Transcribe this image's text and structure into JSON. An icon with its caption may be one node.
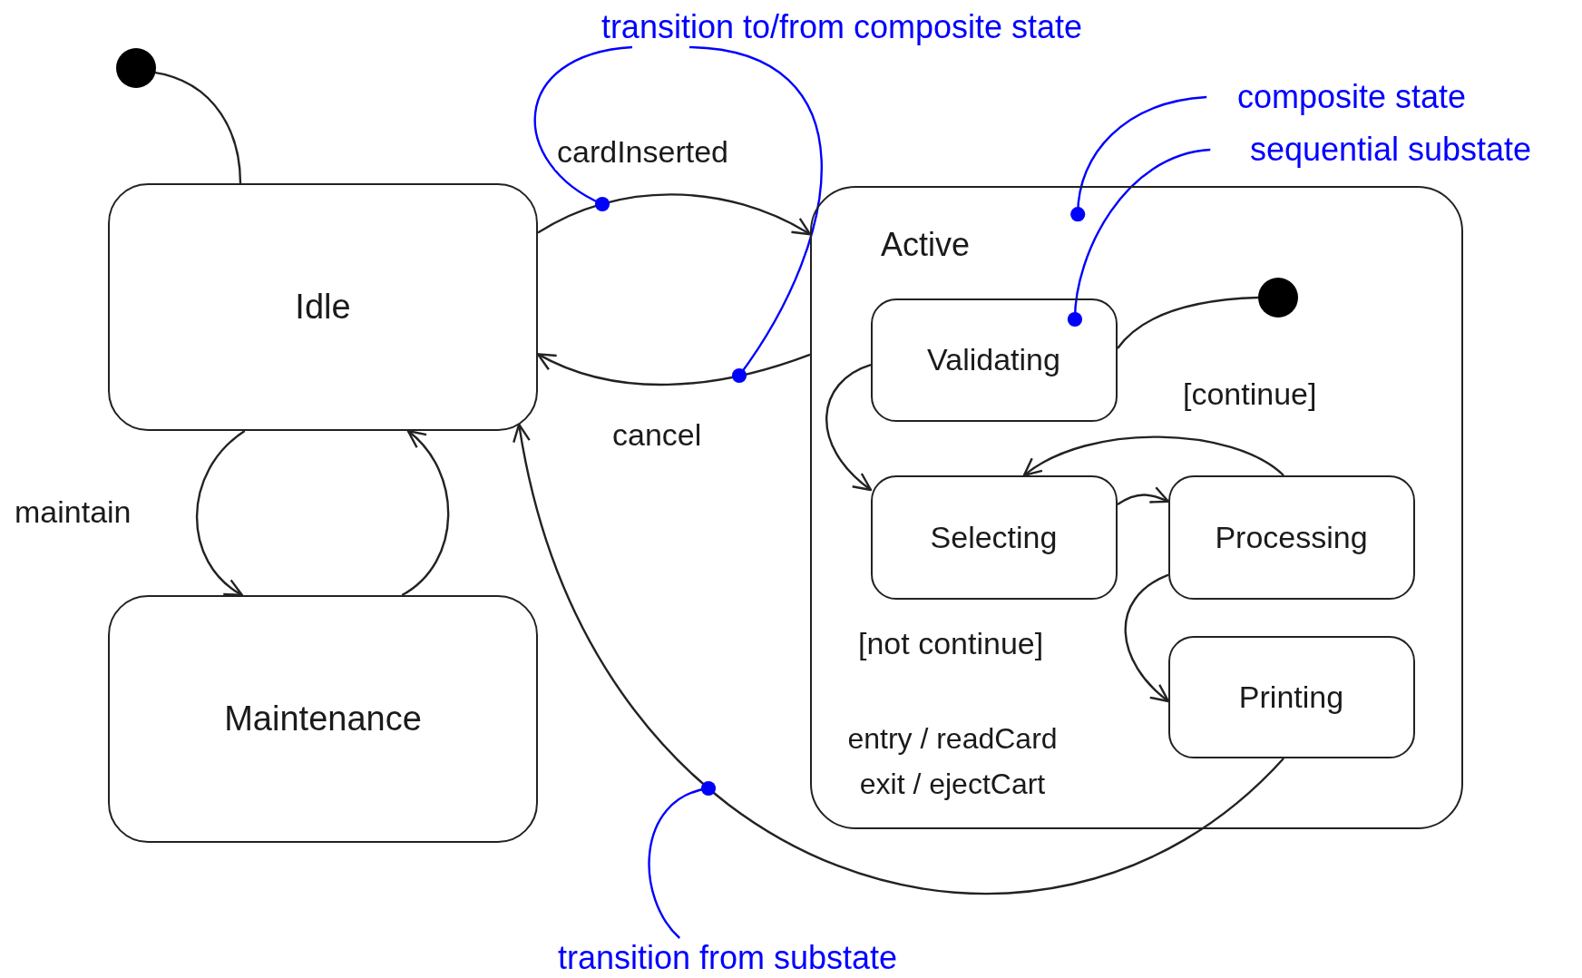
{
  "diagram": {
    "nodes": [
      {
        "text": [],
        "shape": "circle"
      },
      {
        "text": [
          "Idle"
        ]
      },
      {
        "text": [
          "Maintenance"
        ]
      },
      {
        "text": [
          "Active",
          "entry / readCard exit / ejectCart"
        ]
      },
      {
        "text": [
          "Validating"
        ],
        "in": 3
      },
      {
        "text": [],
        "shape": "circle",
        "in": 3
      },
      {
        "text": [
          "Selecting"
        ],
        "in": 3
      },
      {
        "text": [
          "Processing"
        ],
        "in": 3
      },
      {
        "text": [
          "Printing"
        ],
        "in": 3
      },
      {
        "text": [
          "transition to/from composite state"
        ]
      },
      {
        "text": [
          "composite state"
        ]
      },
      {
        "text": [
          "sequential substate"
        ]
      },
      {
        "text": [
          "transition from substate"
        ]
      }
    ],
    "edges": [
      {
        "from": 0,
        "to": 1,
        "arrow": "none"
      },
      {
        "from": 1,
        "to": 3,
        "arrow": "to",
        "label": "cardInserted"
      },
      {
        "from": 3,
        "to": 1,
        "arrow": "to",
        "label": "cancel"
      },
      {
        "from": 1,
        "to": 2,
        "arrow": "to",
        "label": "maintain"
      },
      {
        "from": 2,
        "to": 1,
        "arrow": "to"
      },
      {
        "from": 5,
        "to": 4,
        "arrow": "none"
      },
      {
        "from": 4,
        "to": 6,
        "arrow": "to"
      },
      {
        "from": 6,
        "to": 7,
        "arrow": "to"
      },
      {
        "from": 7,
        "to": 6,
        "arrow": "to",
        "label": "[continue]"
      },
      {
        "from": 7,
        "to": 8,
        "arrow": "to",
        "label": "[not continue]"
      },
      {
        "from": 8,
        "to": 1,
        "arrow": "to"
      },
      {
        "from": 9,
        "to": null,
        "arrow": "other",
        "color": "#0000ff"
      },
      {
        "from": 9,
        "to": null,
        "arrow": "other",
        "color": "#0000ff"
      },
      {
        "from": 10,
        "to": 3,
        "arrow": "other",
        "color": "#0000ff"
      },
      {
        "from": 11,
        "to": 4,
        "arrow": "other",
        "color": "#0000ff"
      },
      {
        "from": 12,
        "to": null,
        "arrow": "other",
        "color": "#0000ff"
      }
    ]
  }
}
